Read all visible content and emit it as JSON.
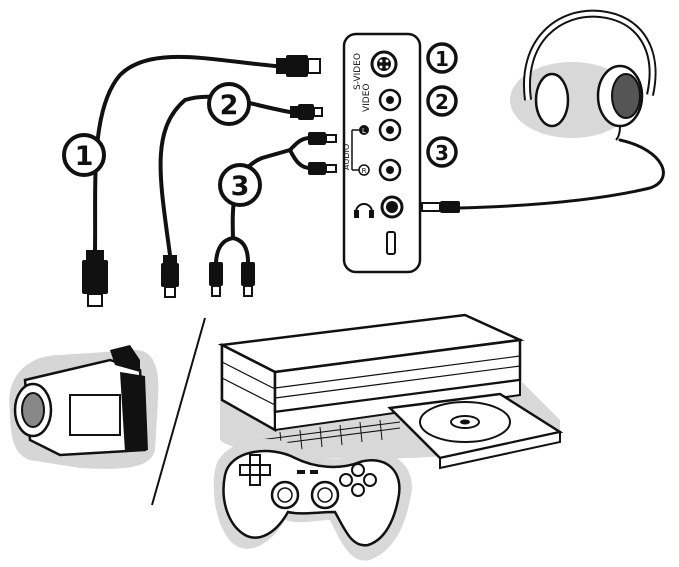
{
  "panel": {
    "svideo_label": "S-VIDEO",
    "video_label": "VIDEO",
    "audio_label": "AUDIO",
    "left_channel": "L",
    "right_channel": "R",
    "markers": [
      "1",
      "2",
      "3"
    ]
  },
  "cables": {
    "svideo_number": "1",
    "video_number": "2",
    "audio_number": "3"
  },
  "icons": {
    "headphones": "headphones-icon",
    "camcorder": "camcorder-icon",
    "console": "game-console-icon",
    "controller": "gamepad-icon"
  }
}
